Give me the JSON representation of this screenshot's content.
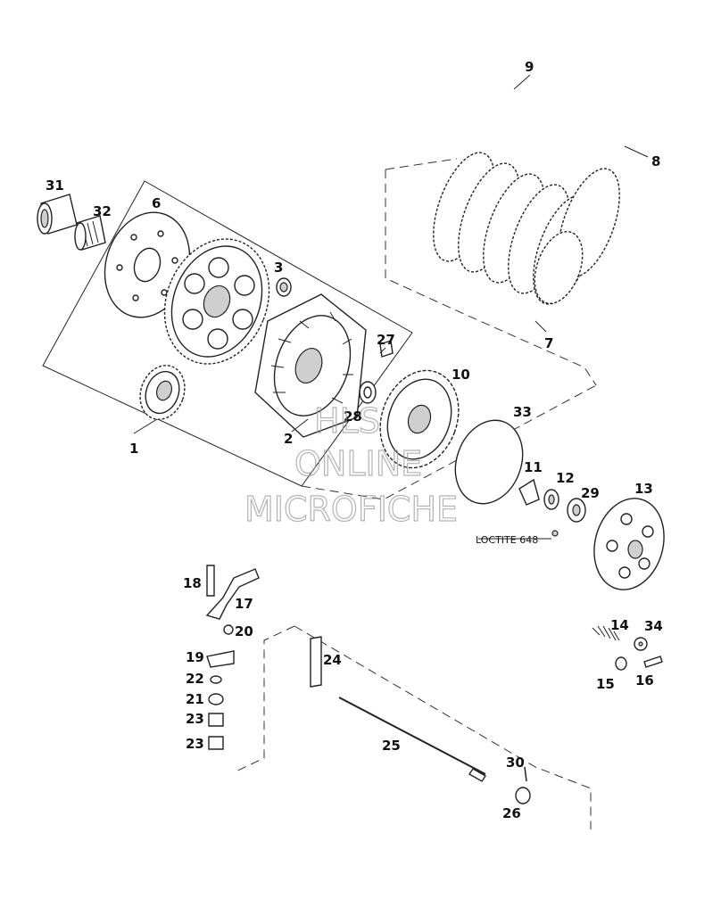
{
  "callouts": {
    "c1": "1",
    "c2": "2",
    "c3": "3",
    "c6": "6",
    "c7": "7",
    "c8": "8",
    "c9": "9",
    "c10": "10",
    "c11": "11",
    "c12": "12",
    "c13": "13",
    "c14": "14",
    "c15": "15",
    "c16": "16",
    "c17": "17",
    "c18": "18",
    "c19": "19",
    "c20": "20",
    "c21": "21",
    "c22": "22",
    "c23a": "23",
    "c23b": "23",
    "c24": "24",
    "c25": "25",
    "c26": "26",
    "c27": "27",
    "c28": "28",
    "c29": "29",
    "c30": "30",
    "c31": "31",
    "c32": "32",
    "c33": "33",
    "c34": "34"
  },
  "note": "LOCTITE 648",
  "watermark": {
    "line1": "HLS",
    "line2": "ONLINE",
    "line3": "MICROFICHE"
  }
}
